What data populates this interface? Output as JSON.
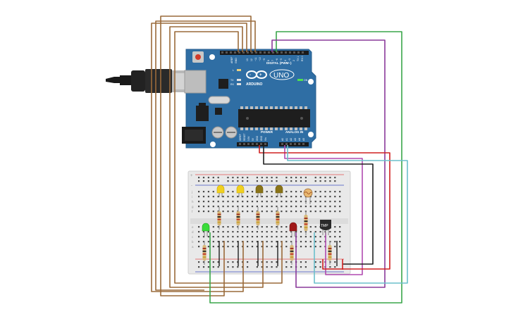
{
  "board": {
    "logo_text": "UNO",
    "brand_text": "ARDUINO",
    "digital_header": "DIGITAL (PWM~)",
    "power_header": "POWER",
    "analog_header": "ANALOG IN",
    "aref_label": "AREF",
    "gnd_label": "GND",
    "led_l": "L",
    "led_tx": "TX",
    "led_rx": "RX",
    "led_on": "ON",
    "digital_pins": [
      "13",
      "12",
      "~11",
      "~10",
      "~9",
      "8",
      "7",
      "~6",
      "~5",
      "4",
      "~3",
      "2",
      "TX 1",
      "RX 0"
    ],
    "power_pins": [
      "IOREF",
      "RESET",
      "3.3V",
      "5V",
      "GND",
      "GND",
      "Vin"
    ],
    "analog_pins": [
      "A0",
      "A1",
      "A2",
      "A3",
      "A4",
      "A5"
    ]
  },
  "breadboard": {
    "rail_plus": "+",
    "rail_minus": "-",
    "row_labels_top": [
      "j",
      "i",
      "h",
      "g",
      "f"
    ],
    "row_labels_bottom": [
      "e",
      "d",
      "c",
      "b",
      "a"
    ]
  },
  "components": {
    "temp_sensor_label": "TMP"
  },
  "colors": {
    "board_blue": "#2f6ea4",
    "wire_brown": "#9a6a3a",
    "wire_green": "#3aa64a",
    "wire_purple": "#8a3a9a",
    "wire_red": "#d02020",
    "wire_black": "#202020",
    "wire_cyan": "#6cc0cc",
    "led_green": "#3adc3a",
    "led_yellow": "#f0d020",
    "led_olive": "#8a7418",
    "led_red": "#a01818"
  }
}
